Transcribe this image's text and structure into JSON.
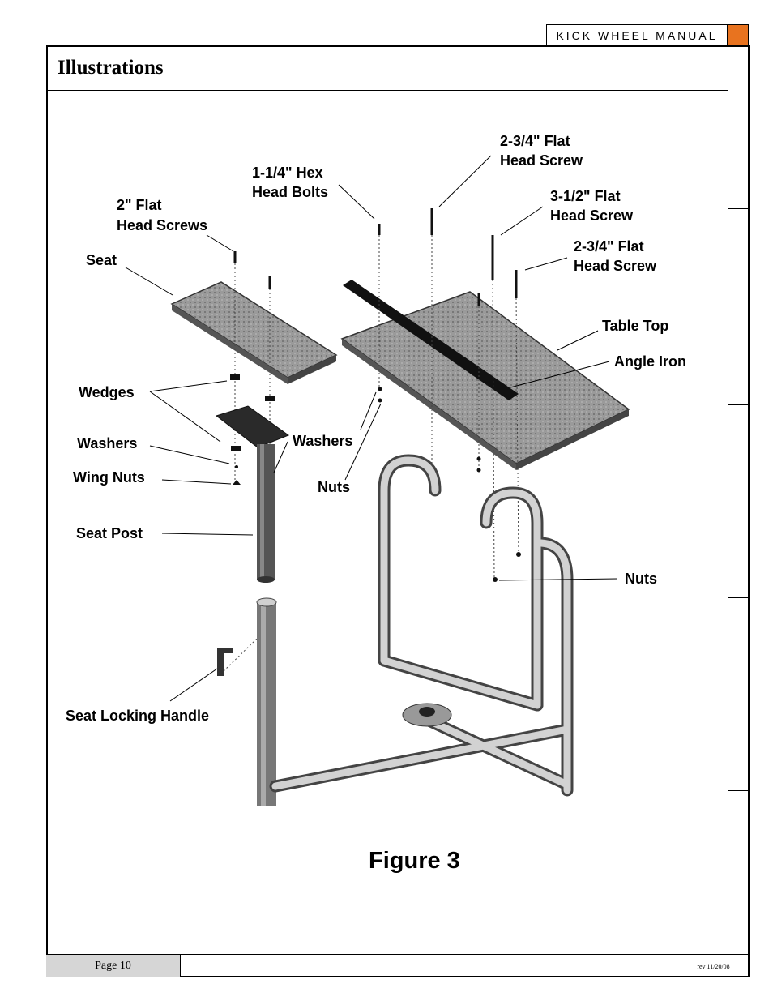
{
  "header": {
    "manual_title": "KICK WHEEL MANUAL",
    "accent_color": "#e8731f"
  },
  "page": {
    "title": "Illustrations"
  },
  "figure": {
    "caption": "Figure 3",
    "labels": {
      "seat": "Seat",
      "flat_head_screws_2": [
        "2\" Flat",
        "Head Screws"
      ],
      "hex_head_bolts": [
        "1-1/4\" Hex",
        "Head Bolts"
      ],
      "flat_head_screw_234_top": [
        "2-3/4\" Flat",
        "Head Screw"
      ],
      "flat_head_screw_312": [
        "3-1/2\" Flat",
        "Head Screw"
      ],
      "flat_head_screw_234_right": [
        "2-3/4\" Flat",
        "Head Screw"
      ],
      "table_top": "Table Top",
      "angle_iron": "Angle Iron",
      "wedges": "Wedges",
      "washers_left": "Washers",
      "washers_center": "Washers",
      "wing_nuts": "Wing Nuts",
      "nuts_center": "Nuts",
      "seat_post": "Seat Post",
      "nuts_right": "Nuts",
      "seat_locking_handle": "Seat Locking Handle"
    }
  },
  "footer": {
    "page_label": "Page 10",
    "revision": "rev 11/20/08"
  }
}
